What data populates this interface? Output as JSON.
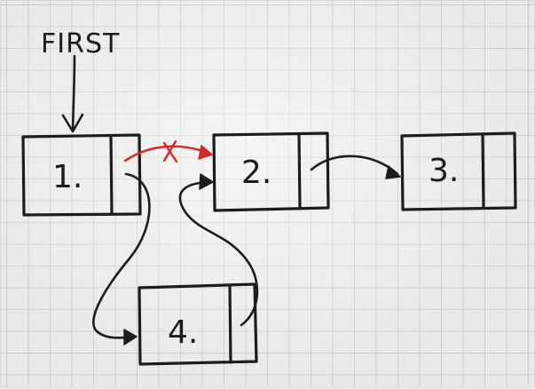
{
  "heading": {
    "text": "FIRST"
  },
  "nodes": [
    {
      "id": "node-1",
      "label": "1."
    },
    {
      "id": "node-2",
      "label": "2."
    },
    {
      "id": "node-3",
      "label": "3."
    },
    {
      "id": "node-4",
      "label": "4."
    }
  ],
  "links": [
    {
      "from": "FIRST",
      "to": "1.",
      "status": "active"
    },
    {
      "from": "1.",
      "to": "2.",
      "status": "removed"
    },
    {
      "from": "2.",
      "to": "3.",
      "status": "active"
    },
    {
      "from": "1.",
      "to": "4.",
      "status": "active"
    },
    {
      "from": "4.",
      "to": "2.",
      "status": "active"
    }
  ],
  "colors": {
    "ink": "#1c1c1c",
    "removed_link": "#d42a2a",
    "paper": "#e9e9e7",
    "grid": "#9aa0af"
  }
}
